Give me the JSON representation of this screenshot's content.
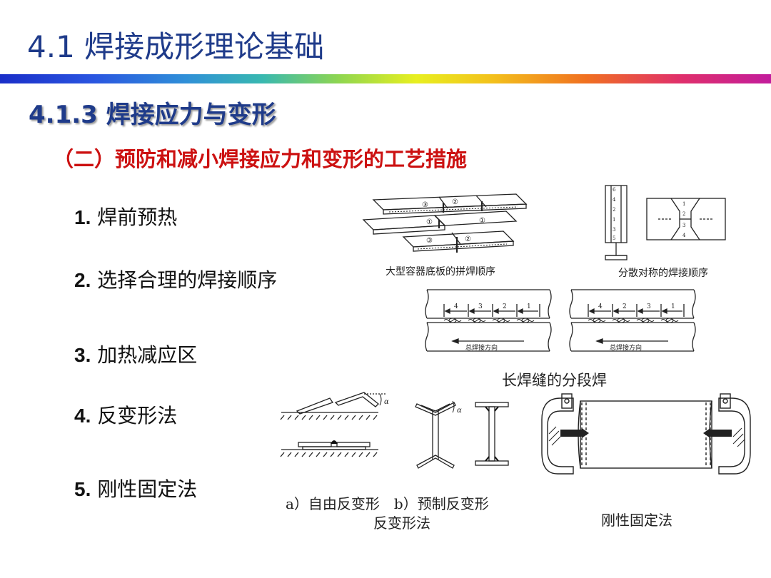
{
  "slide": {
    "title": "4.1 焊接成形理论基础",
    "subtitle": "4.1.3 焊接应力与变形",
    "section_heading": "（二）预防和减小焊接应力和变形的工艺措施",
    "items": [
      {
        "num": "1.",
        "text": "焊前预热"
      },
      {
        "num": "2.",
        "text": "选择合理的焊接顺序"
      },
      {
        "num": "3.",
        "text": "加热减应区"
      },
      {
        "num": "4.",
        "text": "反变形法"
      },
      {
        "num": "5.",
        "text": "刚性固定法"
      }
    ]
  },
  "figures": {
    "container_plate": {
      "caption": "大型容器底板的拼焊顺序",
      "labels": [
        "③",
        "②",
        "①",
        "①",
        "③",
        "②"
      ]
    },
    "symmetric": {
      "caption": "分散对称的焊接顺序",
      "scale_labels": [
        "6",
        "4",
        "2",
        "1",
        "3",
        "5"
      ],
      "joint_labels": [
        "1",
        "2",
        "3",
        "4"
      ]
    },
    "segmented": {
      "caption": "长焊缝的分段焊",
      "left_segments": [
        "4",
        "3",
        "2",
        "1"
      ],
      "right_segments": [
        "4",
        "2",
        "3",
        "1"
      ],
      "direction_label": "总焊接方向"
    },
    "reverse": {
      "caption_ab": "a）自由反变形　b）预制反变形",
      "caption": "反变形法",
      "angle_label": "α"
    },
    "rigid": {
      "caption": "刚性固定法"
    }
  }
}
